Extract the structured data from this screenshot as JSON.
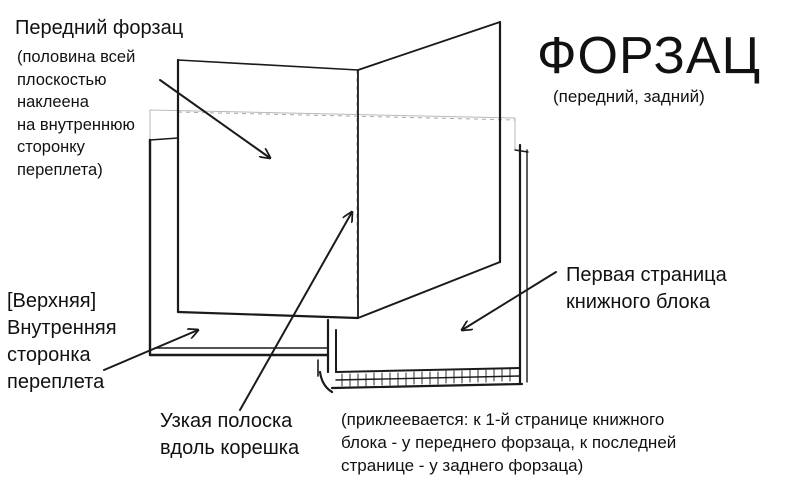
{
  "title": "ФОРЗАЦ",
  "subtitle": "(передний, задний)",
  "labels": {
    "front_endpaper_title": "Передний форзац",
    "front_endpaper_note": "(половина всей\nплоскостью\nнаклеена\nна внутреннюю\nсторонку\nпереплета)",
    "inner_cover_side": "[Верхняя]\nВнутренняя\nсторонка\nпереплета",
    "spine_strip": "Узкая полоска\nвдоль корешка",
    "first_page": "Первая страница\nкнижного блока",
    "attachment_note": "(приклеевается: к 1-й странице книжного\nблока - у переднего форзаца, к последней\nстранице - у заднего форзаца)"
  },
  "colors": {
    "ink": "#1a1a1a",
    "pencil": "#b9b9b9",
    "background": "#ffffff"
  }
}
